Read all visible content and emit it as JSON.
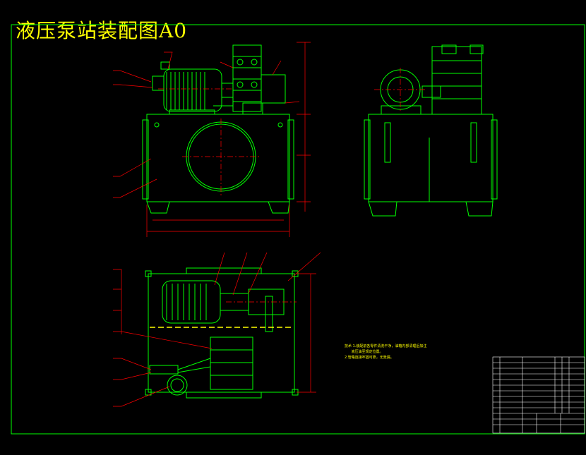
{
  "drawing": {
    "title": "液压泵站装配图A0",
    "notes": [
      "技术 1.装配前各零件清洗干净，油箱内部清理后加注",
      "      液压油至规定位置。",
      "2.管路连接牢固可靠，无泄漏。"
    ],
    "colors": {
      "background": "#000000",
      "outline": "#00ff00",
      "leader": "#ff0000",
      "title": "#ffff00",
      "frame_text": "#ffffff",
      "centerline": "#ff0000"
    }
  }
}
